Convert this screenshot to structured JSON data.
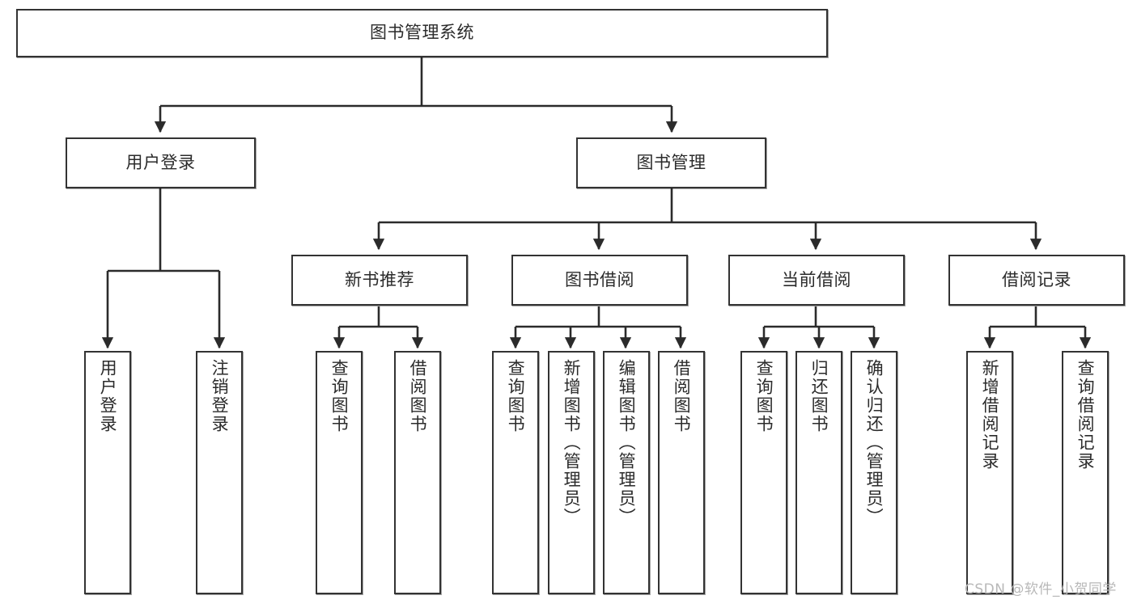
{
  "diagram": {
    "title": "图书管理系统",
    "type": "functional-structure-tree",
    "watermark": "CSDN @软件_小贺同学",
    "colors": {
      "box_border": "#333333",
      "box_fill": "#ffffff",
      "connector": "#2b2b2b",
      "text": "#2b2b2b",
      "watermark": "#b8b8b8",
      "page_background": "#ffffff"
    },
    "nodes": {
      "root": {
        "label": "图书管理系统"
      },
      "level2": [
        {
          "id": "user-login",
          "label": "用户登录"
        },
        {
          "id": "book-management",
          "label": "图书管理"
        }
      ],
      "level3": [
        {
          "id": "new-book-recommend",
          "label": "新书推荐"
        },
        {
          "id": "book-borrow",
          "label": "图书借阅"
        },
        {
          "id": "current-borrow",
          "label": "当前借阅"
        },
        {
          "id": "borrow-record",
          "label": "借阅记录"
        }
      ],
      "leaves": {
        "user-login": [
          {
            "id": "leaf-user-login",
            "label": "用户登录"
          },
          {
            "id": "leaf-logout-login",
            "label": "注销登录"
          }
        ],
        "new-book-recommend": [
          {
            "id": "leaf-query-book-1",
            "label": "查询图书"
          },
          {
            "id": "leaf-borrow-book-1",
            "label": "借阅图书"
          }
        ],
        "book-borrow": [
          {
            "id": "leaf-query-book-2",
            "label": "查询图书"
          },
          {
            "id": "leaf-add-book",
            "label": "新增图书（管理员）"
          },
          {
            "id": "leaf-edit-book",
            "label": "编辑图书（管理员）"
          },
          {
            "id": "leaf-borrow-book-2",
            "label": "借阅图书"
          }
        ],
        "current-borrow": [
          {
            "id": "leaf-query-book-3",
            "label": "查询图书"
          },
          {
            "id": "leaf-return-book",
            "label": "归还图书"
          },
          {
            "id": "leaf-confirm-return",
            "label": "确认归还（管理员）"
          }
        ],
        "borrow-record": [
          {
            "id": "leaf-add-borrow-record",
            "label": "新增借阅记录"
          },
          {
            "id": "leaf-query-borrow-record",
            "label": "查询借阅记录"
          }
        ]
      }
    }
  }
}
